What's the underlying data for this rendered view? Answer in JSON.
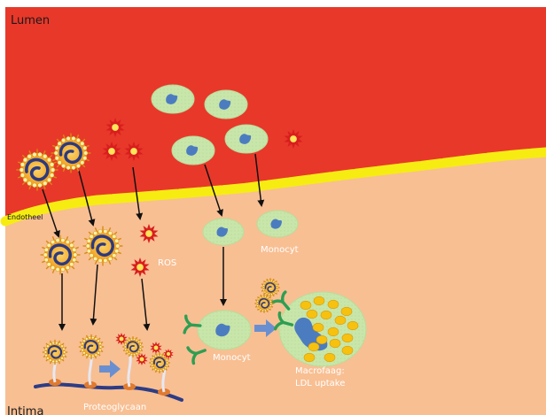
{
  "labels": {
    "lumen": "Lumen",
    "intima": "Intima",
    "endotheel": "Endotheel",
    "ros": "ROS",
    "monocyt_upper": "Monocyt",
    "monocyt_lower": "Monocyt",
    "macrofaag_line1": "Macrofaag:",
    "macrofaag_line2": "LDL uptake",
    "proteoglycaan": "Proteoglycaan"
  },
  "colors": {
    "lumen": "#e8382a",
    "intima": "#f7bd92",
    "endothelium": "#f6ec12",
    "cell": "#c6e4a8",
    "nucleus": "#4c7cc0",
    "receptor": "#2e9e52",
    "ldl_core": "#f2a11c",
    "ldl_ring": "#2c3a7e",
    "ros": "#d81e1e",
    "lipid_droplet": "#f7c10f",
    "arrow": "#111111",
    "process_arrow": "#6a8fd0"
  }
}
